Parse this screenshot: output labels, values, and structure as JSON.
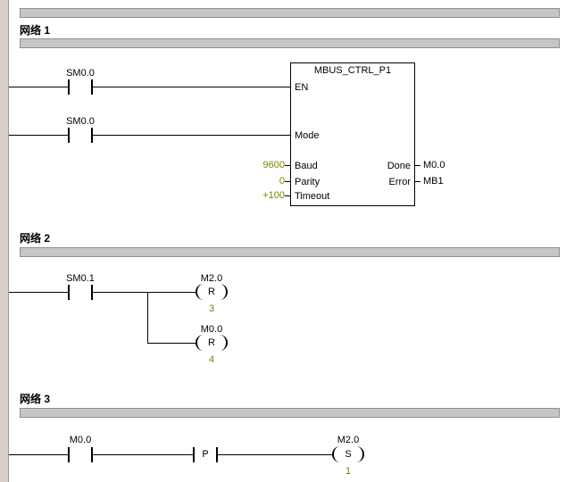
{
  "colors": {
    "constant_value": "#808000",
    "separator_bar": "#c6c6c6",
    "margin_strip": "#d4d0c8",
    "wire": "#000000"
  },
  "networks": [
    {
      "label": "网络 1",
      "contacts": [
        {
          "operand": "SM0.0"
        },
        {
          "operand": "SM0.0"
        }
      ],
      "block": {
        "title": "MBUS_CTRL_P1",
        "inputs": [
          {
            "pin": "EN",
            "value": ""
          },
          {
            "pin": "Mode",
            "value": ""
          },
          {
            "pin": "Baud",
            "value": "9600"
          },
          {
            "pin": "Parity",
            "value": "0"
          },
          {
            "pin": "Timeout",
            "value": "+100"
          }
        ],
        "outputs": [
          {
            "pin": "Done",
            "value": "M0.0"
          },
          {
            "pin": "Error",
            "value": "MB1"
          }
        ]
      }
    },
    {
      "label": "网络 2",
      "contacts": [
        {
          "operand": "SM0.1"
        }
      ],
      "coils": [
        {
          "operand": "M2.0",
          "function": "R",
          "param": "3"
        },
        {
          "operand": "M0.0",
          "function": "R",
          "param": "4"
        }
      ]
    },
    {
      "label": "网络 3",
      "contacts": [
        {
          "operand": "M0.0"
        }
      ],
      "edge_contact": {
        "symbol": "P"
      },
      "coils": [
        {
          "operand": "M2.0",
          "function": "S",
          "param": "1"
        }
      ]
    }
  ]
}
